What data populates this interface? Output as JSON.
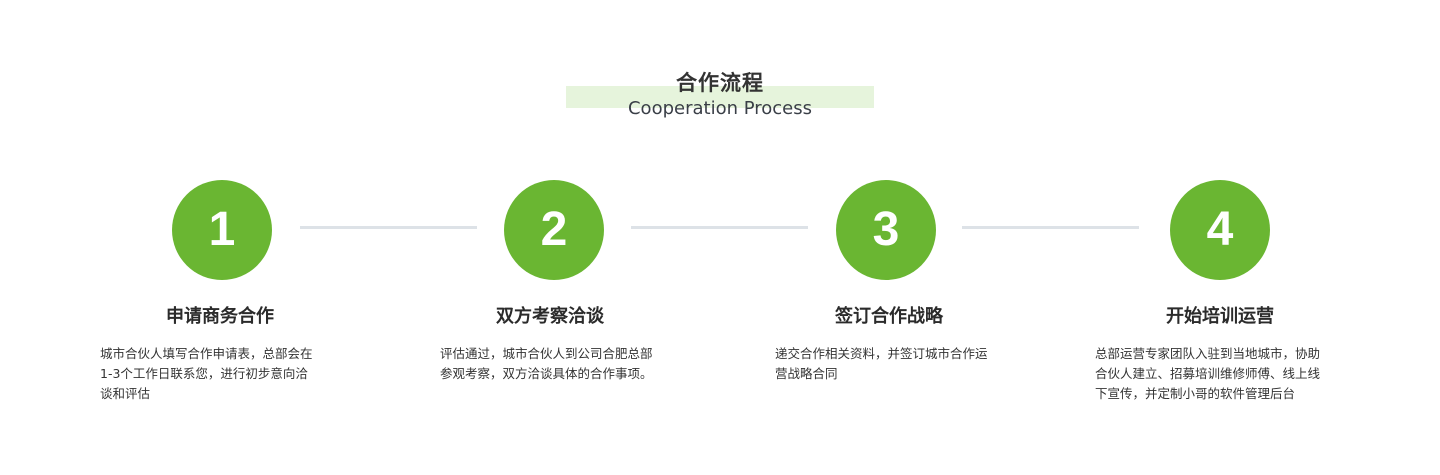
{
  "header": {
    "title_cn": "合作流程",
    "title_en": "Cooperation Process"
  },
  "colors": {
    "accent": "#6ab632",
    "highlight": "#e6f4dc",
    "connector": "#dde2e7"
  },
  "steps": [
    {
      "number": "1",
      "title": "申请商务合作",
      "desc_lines": [
        "城市合伙人填写合作申请表，总部会在",
        "1-3个工作日联系您，进行初步意向洽",
        "谈和评估"
      ]
    },
    {
      "number": "2",
      "title": "双方考察洽谈",
      "desc_lines": [
        "评估通过，城市合伙人到公司合肥总部",
        "参观考察，双方洽谈具体的合作事项。"
      ]
    },
    {
      "number": "3",
      "title": "签订合作战略",
      "desc_lines": [
        "递交合作相关资料，并签订城市合作运",
        "营战略合同"
      ]
    },
    {
      "number": "4",
      "title": "开始培训运营",
      "desc_lines": [
        "总部运营专家团队入驻到当地城市，协助",
        "合伙人建立、招募培训维修师傅、线上线",
        "下宣传，并定制小哥的软件管理后台"
      ]
    }
  ]
}
